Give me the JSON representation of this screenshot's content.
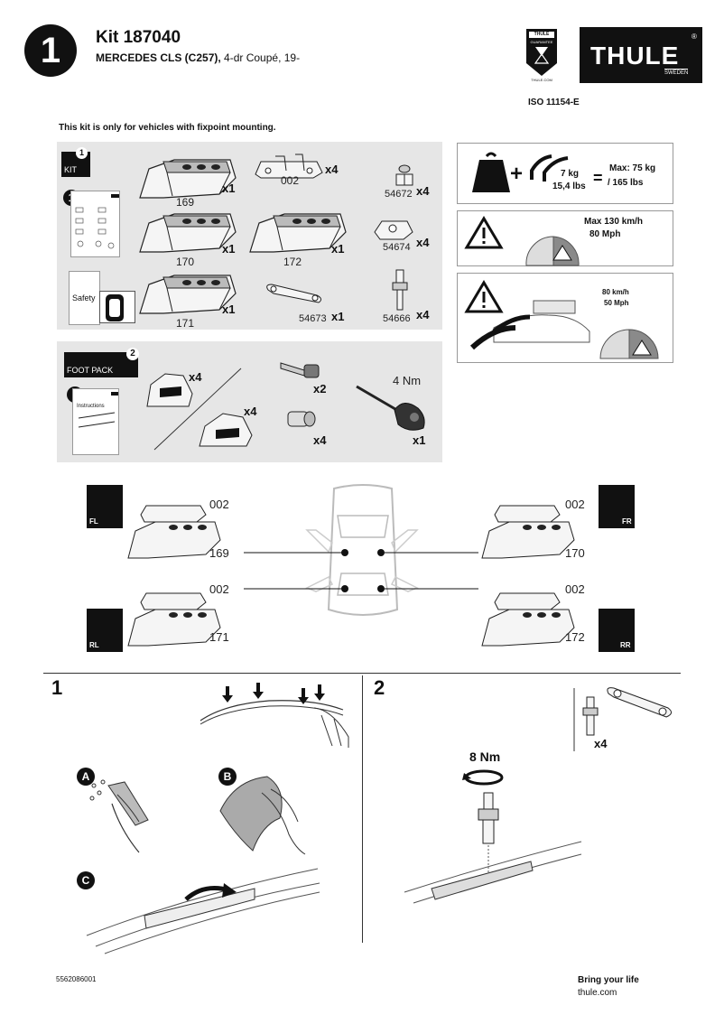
{
  "header": {
    "step_number": "1",
    "kit_title": "Kit 187040",
    "vehicle_bold": "MERCEDES CLS (C257),",
    "vehicle_rest": " 4-dr Coupé, 19-",
    "badge_text_top": "THULE",
    "badge_text_mid": "GUARANTEE",
    "badge_text_bottom": "THULE.COM",
    "brand": "THULE",
    "brand_sub": "SWEDEN",
    "iso": "ISO 11154-E"
  },
  "notice": "This kit is only for vehicles with fixpoint mounting.",
  "kit_panel": {
    "kit_badge_number": "1",
    "kit_badge_label": "KIT",
    "booklet_number": "1",
    "safety_label": "Safety",
    "items": [
      {
        "part": "169",
        "qty": "x1"
      },
      {
        "part": "002",
        "qty": "x4"
      },
      {
        "part": "54672",
        "qty": "x4"
      },
      {
        "part": "170",
        "qty": "x1"
      },
      {
        "part": "172",
        "qty": "x1"
      },
      {
        "part": "54674",
        "qty": "x4"
      },
      {
        "part": "171",
        "qty": "x1"
      },
      {
        "part": "54673",
        "qty": "x1"
      },
      {
        "part": "54666",
        "qty": "x4"
      }
    ]
  },
  "foot_pack": {
    "badge_number": "2",
    "label": "FOOT PACK",
    "booklet_number": "2",
    "booklet_title": "Instructions",
    "items": [
      {
        "qty": "x4"
      },
      {
        "qty": "x4"
      },
      {
        "qty": "x2"
      },
      {
        "qty": "x4"
      },
      {
        "torque": "4 Nm",
        "qty": "x1"
      }
    ]
  },
  "info": {
    "weight_rack": "7 kg\n15,4 lbs",
    "weight_rack_kg": "7 kg",
    "weight_rack_lbs": "15,4 lbs",
    "equals": "=",
    "max_load_1": "Max: 75 kg",
    "max_load_2": "/ 165 lbs",
    "max_speed_1": "Max  130 km/h",
    "max_speed_2": "80 Mph",
    "turn_speed_1": "80 km/h",
    "turn_speed_2": "50 Mph"
  },
  "positions": {
    "fl": {
      "tag": "FL",
      "top": "002",
      "bottom": "169"
    },
    "fr": {
      "tag": "FR",
      "top": "002",
      "bottom": "170"
    },
    "rl": {
      "tag": "RL",
      "top": "002",
      "bottom": "171"
    },
    "rr": {
      "tag": "RR",
      "top": "002",
      "bottom": "172"
    }
  },
  "steps": {
    "step1": "1",
    "step2": "2",
    "a": "A",
    "b": "B",
    "c": "C",
    "torque": "8 Nm",
    "qty": "x4"
  },
  "footer": {
    "doc_number": "5562086001",
    "slogan": "Bring your life",
    "url": "thule.com"
  },
  "colors": {
    "panel_gray": "#e6e6e6",
    "dark": "#111111",
    "warning_gray": "#8a8a8a"
  }
}
